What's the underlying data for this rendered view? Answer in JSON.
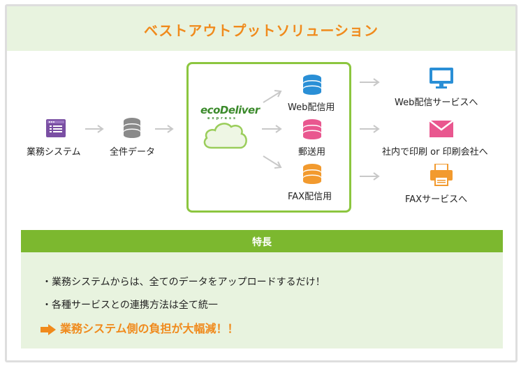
{
  "title": "ベストアウトプットソリューション",
  "left": {
    "system_label": "業務システム",
    "data_label": "全件データ"
  },
  "eco": {
    "logo_text": "ecoDeliver",
    "logo_sub": "express"
  },
  "channels": [
    {
      "label": "Web配信用",
      "color": "#2a8fd6"
    },
    {
      "label": "郵送用",
      "color": "#e9578f"
    },
    {
      "label": "FAX配信用",
      "color": "#f29a2e"
    }
  ],
  "outputs": [
    {
      "label": "Web配信サービスへ",
      "icon": "monitor-icon"
    },
    {
      "label": "社内で印刷 or 印刷会社へ",
      "icon": "envelope-icon"
    },
    {
      "label": "FAXサービスへ",
      "icon": "printer-icon"
    }
  ],
  "features": {
    "header": "特長",
    "items": [
      "・業務システムからは、全てのデータをアップロードするだけ！",
      "・各種サービスとの連携方法は全て統一"
    ],
    "highlight": "業務システム側の負担が大幅減！！"
  },
  "colors": {
    "accent_orange": "#f08a1c",
    "green": "#7cb82f",
    "light_green": "#e8f3df",
    "system_purple": "#7a4fa3",
    "db_gray": "#8a8a8a",
    "monitor_blue": "#2a8fd6",
    "envelope_pink": "#e9578f",
    "printer_orange": "#f29a2e"
  }
}
